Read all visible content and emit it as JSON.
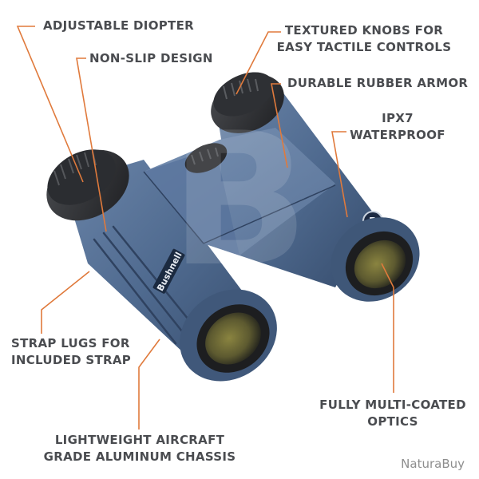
{
  "product": {
    "brand": "Bushnell",
    "badge_letter": "B",
    "body_color": "#4f6a8f",
    "body_dark": "#354b6b",
    "rubber_color": "#2b2d31",
    "lens_color": "#6b6a3a"
  },
  "callouts": [
    {
      "id": "adjustable-diopter",
      "lines": [
        "ADJUSTABLE DIOPTER"
      ]
    },
    {
      "id": "non-slip-design",
      "lines": [
        "NON-SLIP DESIGN"
      ]
    },
    {
      "id": "textured-knobs",
      "lines": [
        "TEXTURED KNOBS FOR",
        "EASY TACTILE CONTROLS"
      ]
    },
    {
      "id": "durable-rubber-armor",
      "lines": [
        "DURABLE RUBBER ARMOR"
      ]
    },
    {
      "id": "ipx7-waterproof",
      "lines": [
        "IPX7",
        "WATERPROOF"
      ]
    },
    {
      "id": "strap-lugs",
      "lines": [
        "STRAP LUGS FOR",
        "INCLUDED STRAP"
      ]
    },
    {
      "id": "fully-multi-coated-optics",
      "lines": [
        "FULLY MULTI-COATED",
        "OPTICS"
      ]
    },
    {
      "id": "lightweight-chassis",
      "lines": [
        "LIGHTWEIGHT AIRCRAFT",
        "GRADE ALUMINUM CHASSIS"
      ]
    }
  ],
  "colors": {
    "leader_line": "#e07a3c",
    "label_text": "#4a4c50",
    "watermark": "#8e8e8e"
  },
  "watermark": "NaturaBuy"
}
